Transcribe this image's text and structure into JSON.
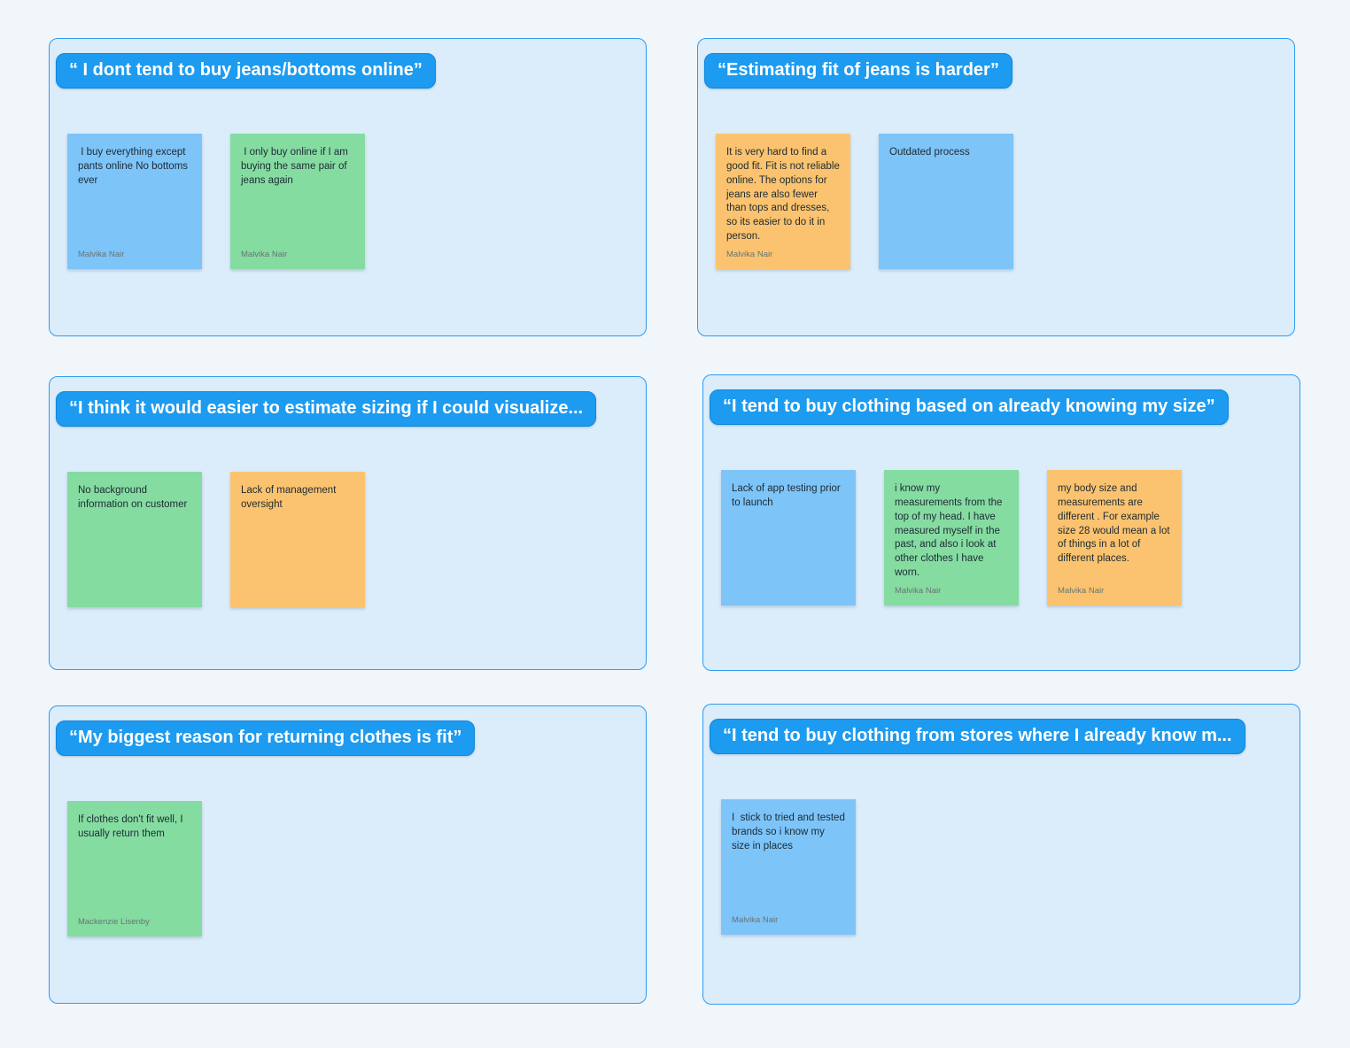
{
  "board": {
    "background": "#F1F6FB",
    "section_fill": "#DBECFA",
    "section_border": "#2E9BF0",
    "pill_fill": "#1D9BF0",
    "pill_text_color": "#FFFFFF"
  },
  "note_colors": {
    "blue": "#7DC4F9",
    "green": "#85DCA1",
    "orange": "#FBC36F"
  },
  "sections": [
    {
      "title": "“ I dont tend to buy jeans/bottoms online”",
      "notes": [
        {
          "text": " I buy everything except pants online No bottoms ever",
          "author": "Malvika Nair",
          "color": "blue"
        },
        {
          "text": " I only buy online if I am buying the same pair of jeans again",
          "author": "Malvika Nair",
          "color": "green"
        }
      ]
    },
    {
      "title": "“Estimating fit of jeans is harder”",
      "notes": [
        {
          "text": "It is very hard to find a good fit. Fit is not reliable online. The options for jeans are also fewer than tops and dresses, so its easier to do it in person.",
          "author": "Malvika Nair",
          "color": "orange"
        },
        {
          "text": "Outdated process",
          "author": "",
          "color": "blue"
        }
      ]
    },
    {
      "title": "“I think it would easier to estimate sizing if I could visualize...",
      "notes": [
        {
          "text": "No background information on customer",
          "author": "",
          "color": "green"
        },
        {
          "text": "Lack of management oversight",
          "author": "",
          "color": "orange"
        }
      ]
    },
    {
      "title": "“I tend to buy clothing based on already knowing my size”",
      "notes": [
        {
          "text": "Lack of app testing prior to launch",
          "author": "",
          "color": "blue"
        },
        {
          "text": "i know my measurements from the top of my head. I have measured myself in the past, and also i look at other clothes I have worn.",
          "author": "Malvika Nair",
          "color": "green"
        },
        {
          "text": "my body size and measurements are different . For example size 28 would mean a lot of things in a lot of different places.",
          "author": "Malvika Nair",
          "color": "orange"
        }
      ]
    },
    {
      "title": "“My biggest reason for returning clothes is fit”",
      "notes": [
        {
          "text": "If clothes don't fit well, I usually return them",
          "author": "Mackenzie Lisenby",
          "color": "green"
        }
      ]
    },
    {
      "title": "“I tend to buy clothing from stores where I already know m...",
      "notes": [
        {
          "text": "I  stick to tried and tested brands so i know my size in places",
          "author": "Malvika Nair",
          "color": "blue"
        }
      ]
    }
  ]
}
